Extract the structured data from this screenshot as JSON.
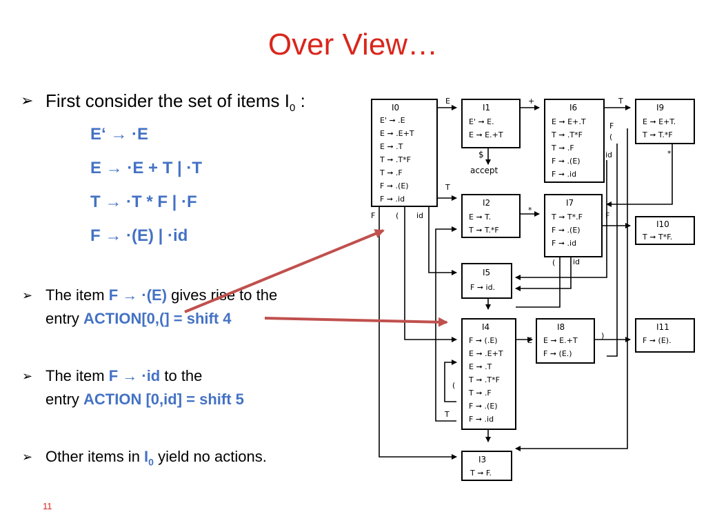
{
  "title": "Over View…",
  "bullets": {
    "b1": {
      "pre": "First consider the set of items I",
      "sub": "0",
      "post": " :"
    },
    "productions": [
      "E‘ → ·E",
      "E → ·E + T | ·T",
      "T → ·T * F | ·F",
      "F → ·(E) | ·id"
    ],
    "b2": {
      "pre": "The item ",
      "hl": "F → ·(E)",
      "mid": " gives rise to the",
      "line2pre": "entry ",
      "line2hl": "ACTION[0,(] = shift 4"
    },
    "b3": {
      "pre": "The item ",
      "hl": "F → ·id",
      "mid": " to the",
      "line2pre": "entry ",
      "line2hl": "ACTION [0,id] = shift 5"
    },
    "b4": {
      "pre": "Other items in ",
      "hl": "I",
      "sub": "0",
      "post": " yield no actions."
    }
  },
  "page_number": "11",
  "colors": {
    "title": "#d9261c",
    "highlight": "#4472c4",
    "pointer": "#c0504d"
  },
  "diagram": {
    "states": {
      "I0": [
        "E' ➞ .E",
        "E ➞ .E+T",
        "E ➞ .T",
        "T ➞ .T*F",
        "T ➞ .F",
        "F ➞ .(E)",
        "F ➞ .id"
      ],
      "I1": [
        "E' ➞ E.",
        "E ➞ E.+T"
      ],
      "I6": [
        "E ➞ E+.T",
        "T ➞ .T*F",
        "T ➞ .F",
        "F ➞ .(E)",
        "F ➞ .id"
      ],
      "I9": [
        "E ➞ E+T.",
        "T ➞ T.*F"
      ],
      "I2": [
        "E ➞ T.",
        "T ➞ T.*F"
      ],
      "I7": [
        "T ➞ T*.F",
        "F ➞ .(E)",
        "F ➞ .id"
      ],
      "I10": [
        "T ➞ T*F."
      ],
      "I5": [
        "F ➞ id."
      ],
      "I4": [
        "F ➞ (.E)",
        "E ➞ .E+T",
        "E ➞ .T",
        "T ➞ .T*F",
        "T ➞ .F",
        "F ➞ .(E)",
        "F ➞ .id"
      ],
      "I8": [
        "E ➞ E.+T",
        "F ➞ (E.)"
      ],
      "I11": [
        "F ➞ (E)."
      ],
      "I3": [
        "T ➞ F."
      ]
    },
    "accept_symbol": "$",
    "accept_label": "accept",
    "edge_labels": {
      "e_I0_I1": "E",
      "e_I1_I6": "+",
      "e_I6_I9": "T",
      "e_I0_I2": "T",
      "e_I2_I7": "*",
      "e_I7_I10": "F",
      "e_I9_star": "*",
      "e_I6_F": "F",
      "e_I6_paren": "(",
      "e_I6_id": "id",
      "e_I0_F": "F",
      "e_I0_paren": "(",
      "e_I0_id": "id",
      "e_I7_paren": "(",
      "e_I7_id": "id",
      "e_I4_E": "E",
      "e_I8_paren": ")",
      "e_I4_loop": "(",
      "e_I4_T": "T"
    }
  }
}
